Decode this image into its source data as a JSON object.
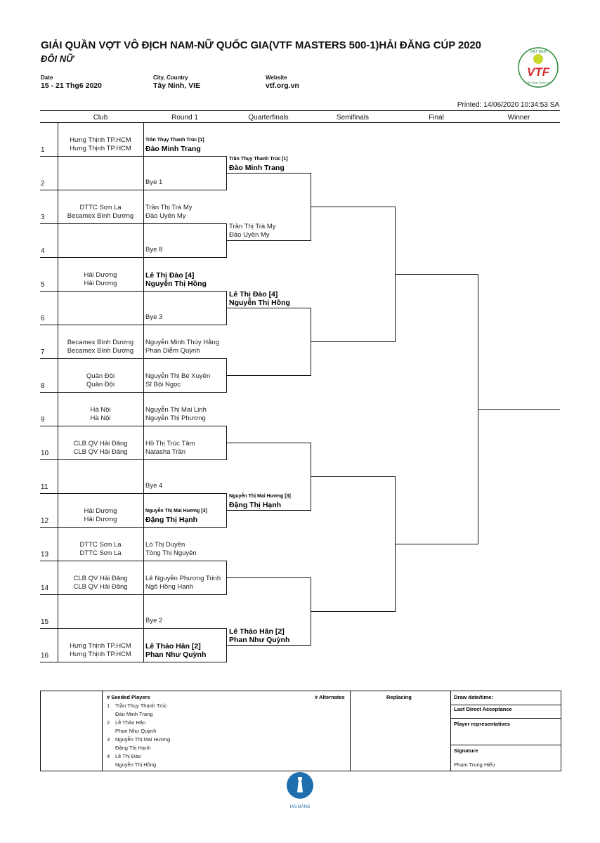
{
  "header": {
    "title": "GIẢI QUẦN VỢT VÔ ĐỊCH NAM-NỮ QUỐC GIA(VTF MASTERS 500-1)HẢI ĐĂNG CÚP 2020",
    "subtitle": "ĐÔI NỮ",
    "date_label": "Date",
    "date_value": "15 - 21 Thg6 2020",
    "city_label": "City, Country",
    "city_value": "Tây Ninh, VIE",
    "website_label": "Website",
    "website_value": "vtf.org.vn",
    "printed": "Printed: 14/06/2020 10:34:53 SA",
    "logo_text_top": "VIỆT NAM",
    "logo_text_main": "VTF",
    "logo_text_bottom": "Liên đoàn Quần vợt"
  },
  "columns": [
    "Club",
    "Round 1",
    "Quarterfinals",
    "Semifinals",
    "Final",
    "Winner"
  ],
  "draw": [
    {
      "num": "1",
      "club1": "Hưng Thịnh TP.HCM",
      "club2": "Hưng Thịnh TP.HCM",
      "p1": "Trần Thụy Thanh Trúc [1]",
      "p2": "Đào Minh Trang"
    },
    {
      "num": "2",
      "club1": "",
      "club2": "",
      "p1": "",
      "p2": "Bye 1"
    },
    {
      "num": "3",
      "club1": "DTTC Sơn La",
      "club2": "Becamex Bình Dương",
      "p1": "Trần Thị Trà My",
      "p2": "Đào Uyên My"
    },
    {
      "num": "4",
      "club1": "",
      "club2": "",
      "p1": "",
      "p2": "Bye 8"
    },
    {
      "num": "5",
      "club1": "Hải Dương",
      "club2": "Hải Dương",
      "p1": "Lê Thị Đào [4]",
      "p2": "Nguyễn Thị Hồng"
    },
    {
      "num": "6",
      "club1": "",
      "club2": "",
      "p1": "",
      "p2": "Bye 3"
    },
    {
      "num": "7",
      "club1": "Becamex Bình Dương",
      "club2": "Becamex Bình Dương",
      "p1": "Nguyễn Minh Thúy Hằng",
      "p2": "Phan Diễm Quỳnh"
    },
    {
      "num": "8",
      "club1": "Quân Đội",
      "club2": "Quân Đội",
      "p1": "Nguyễn Thị Bé Xuyên",
      "p2": "Sĩ Bội Ngọc"
    },
    {
      "num": "9",
      "club1": "Hà Nội",
      "club2": "Hà Nội",
      "p1": "Nguyễn Thị Mai Linh",
      "p2": "Nguyễn Thị Phương"
    },
    {
      "num": "10",
      "club1": "CLB QV Hải Đăng",
      "club2": "CLB QV Hải Đăng",
      "p1": "Hồ Thị Trúc Tâm",
      "p2": "Natasha Trần"
    },
    {
      "num": "11",
      "club1": "",
      "club2": "",
      "p1": "",
      "p2": "Bye 4"
    },
    {
      "num": "12",
      "club1": "Hải Dương",
      "club2": "Hải Dương",
      "p1": "Nguyễn Thị Mai Hương [3]",
      "p2": "Đặng Thị Hạnh"
    },
    {
      "num": "13",
      "club1": "DTTC Sơn La",
      "club2": "DTTC Sơn La",
      "p1": "Lò Thị Duyên",
      "p2": "Tòng Thị Nguyên"
    },
    {
      "num": "14",
      "club1": "CLB QV Hải Đăng",
      "club2": "CLB QV Hải Đăng",
      "p1": "Lê Nguyễn Phương Trinh",
      "p2": "Ngô Hồng Hạnh"
    },
    {
      "num": "15",
      "club1": "",
      "club2": "",
      "p1": "",
      "p2": "Bye 2"
    },
    {
      "num": "16",
      "club1": "Hưng Thịnh TP.HCM",
      "club2": "Hưng Thịnh TP.HCM",
      "p1": "Lê Thảo Hân [2]",
      "p2": "Phan Như Quỳnh"
    }
  ],
  "quarterfinals": [
    {
      "p1": "Trần Thụy Thanh Trúc [1]",
      "p2": "Đào Minh Trang"
    },
    {
      "p1": "Trần Thị Trà My",
      "p2": "Đào Uyên My"
    },
    {
      "p1": "Lê Thị Đào [4]",
      "p2": "Nguyễn Thị Hồng"
    },
    {
      "p1": "Nguyễn Thị Mai Hương [3]",
      "p2": "Đặng Thị Hạnh"
    },
    {
      "p1": "Lê Thảo Hân [2]",
      "p2": "Phan Như Quỳnh"
    }
  ],
  "footer": {
    "seeded_label": "#  Seeded Players",
    "seeded": [
      {
        "n": "1",
        "a": "Trần Thụy Thanh Trúc",
        "b": "Đào Minh Trang"
      },
      {
        "n": "2",
        "a": "Lê Thảo Hân",
        "b": "Phan Như Quỳnh"
      },
      {
        "n": "3",
        "a": "Nguyễn Thị Mai Hương",
        "b": "Đặng Thị Hạnh"
      },
      {
        "n": "4",
        "a": "Lê Thị Đào",
        "b": "Nguyễn Thị Hồng"
      }
    ],
    "alternates_label": "#  Alternates",
    "replacing_label": "Replacing",
    "draw_date_label": "Draw date/time:",
    "last_direct_label": "Last Direct Acceptance",
    "player_rep_label": "Player representatives",
    "signature_label": "Signature",
    "signature_name": "Phạm Trung Hiếu",
    "logo_caption": "HẢI ĐĂNG"
  }
}
